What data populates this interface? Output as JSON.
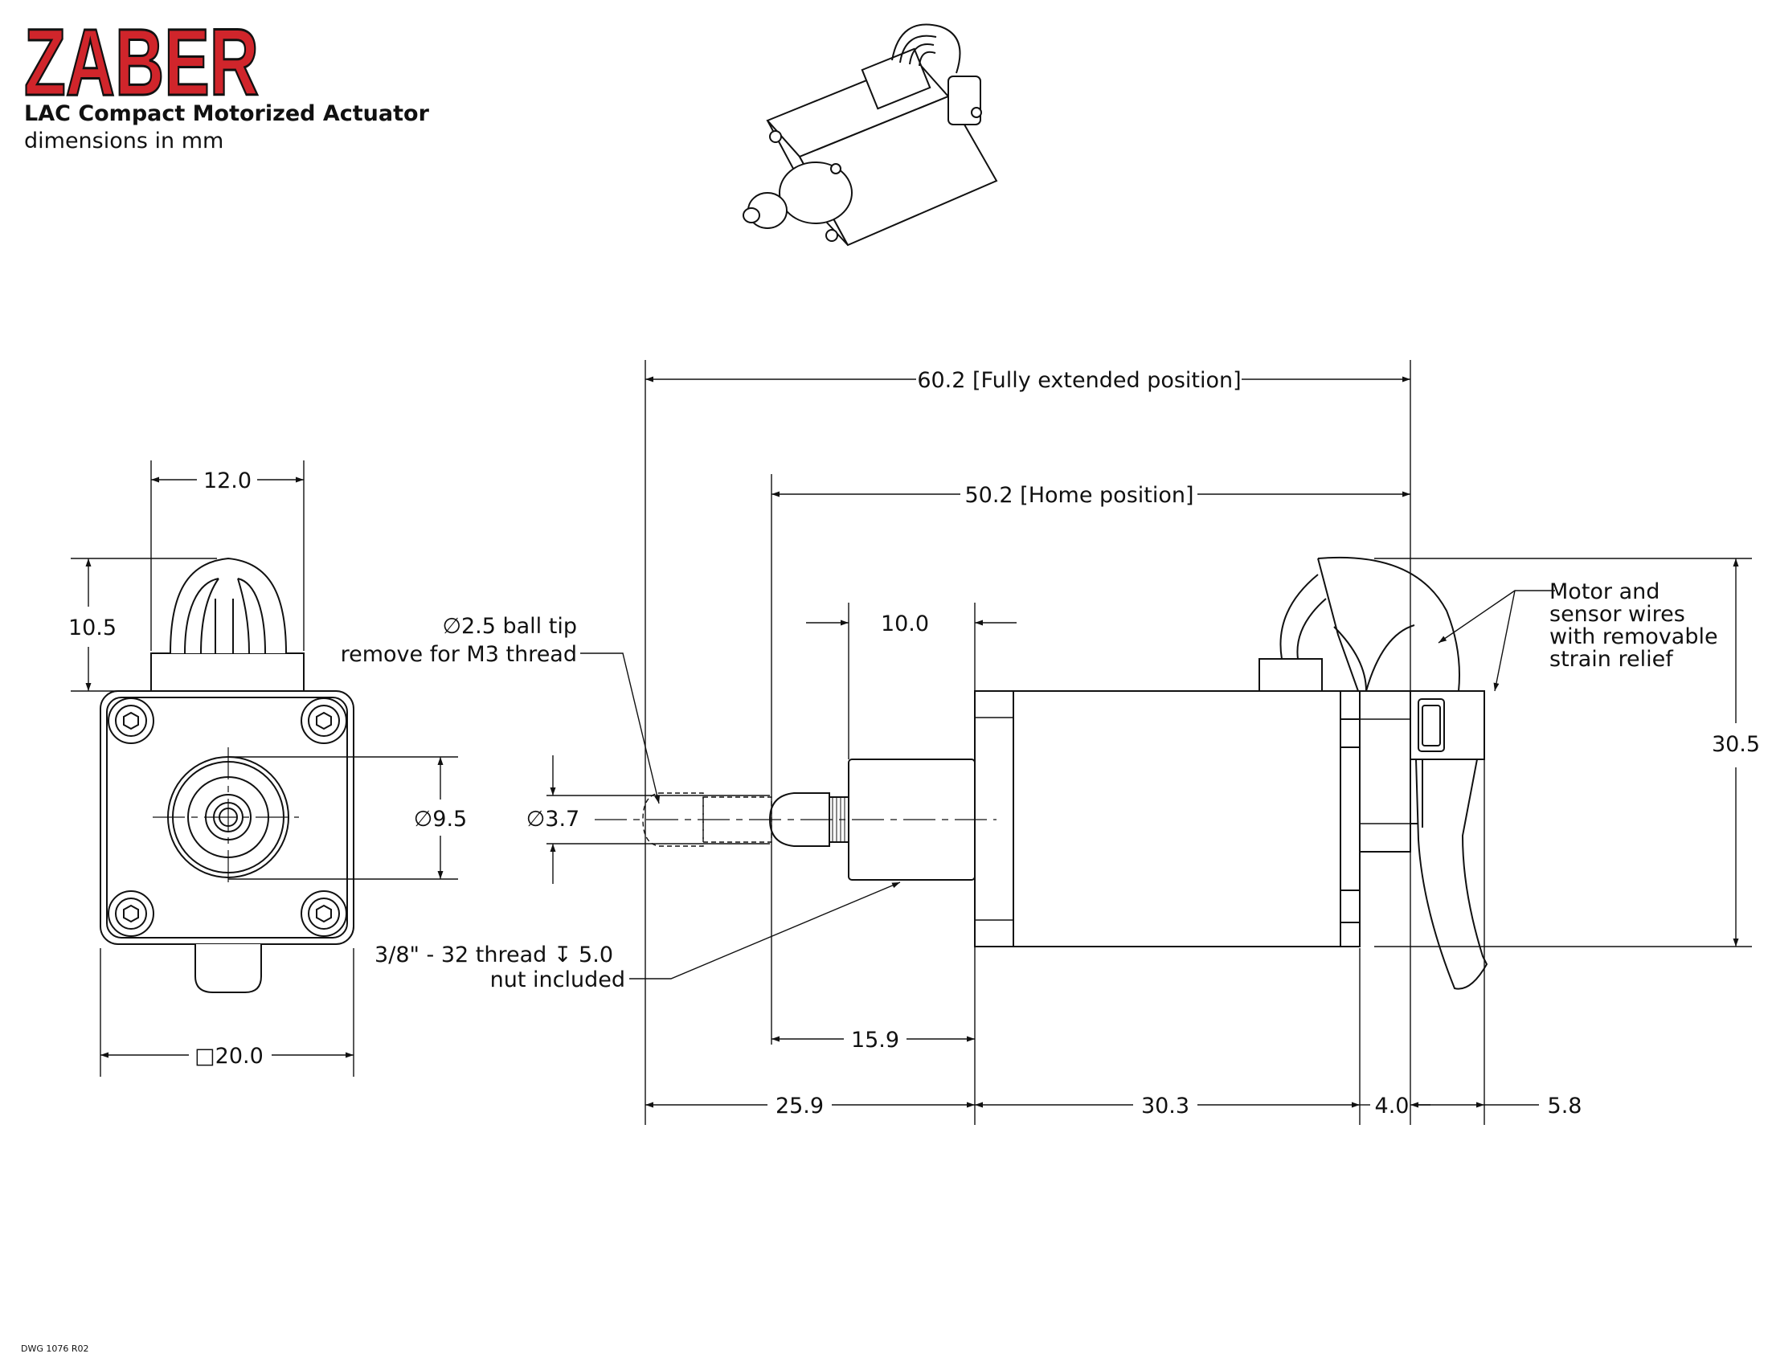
{
  "header": {
    "brand": "ZABER",
    "title": "LAC Compact Motorized Actuator",
    "units": "dimensions in mm"
  },
  "colors": {
    "brand_red": "#d0252b",
    "line": "#111111"
  },
  "dimensions": {
    "front_width_top": "12.0",
    "front_height_top": "10.5",
    "front_diameter": "∅9.5",
    "front_square": "□20.0",
    "tip_diameter": "∅3.7",
    "ball_tip_line1": "∅2.5 ball tip",
    "ball_tip_line2": "remove for M3 thread",
    "thread_line1": "3/8\" - 32 thread ↧ 5.0",
    "thread_line2": "nut included",
    "fully_extended": "60.2 [Fully extended position]",
    "home_position": "50.2 [Home position]",
    "nut_length": "10.0",
    "stroke_to_body": "15.9",
    "front_to_body": "25.9",
    "body_length": "30.3",
    "plate": "4.0",
    "relief": "5.8",
    "height": "30.5",
    "wires_line1": "Motor and",
    "wires_line2": "sensor wires",
    "wires_line3": "with removable",
    "wires_line4": "strain relief"
  },
  "footer": {
    "drawing_number": "DWG 1076 R02"
  }
}
